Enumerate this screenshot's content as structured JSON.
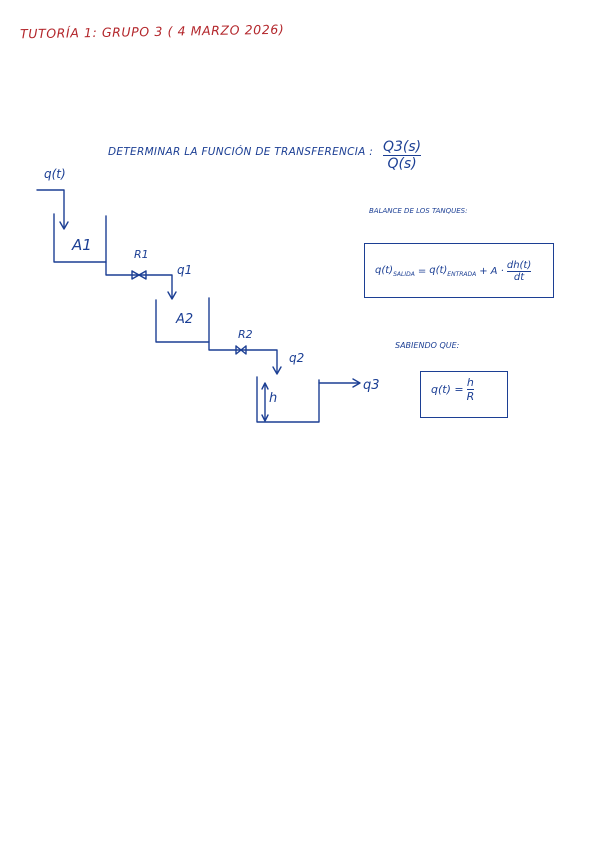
{
  "header": {
    "text": "TUTORÍA 1: GRUPO 3 ( 4 MARZO 2026)"
  },
  "task": {
    "text": "DETERMINAR LA FUNCIÓN DE TRANSFERENCIA :",
    "numerator": "Q3(s)",
    "denominator": "Q(s)"
  },
  "diagram": {
    "input_flow": "q(t)",
    "tank1_area": "A1",
    "valve1": "R1",
    "flow1": "q1",
    "tank2_area": "A2",
    "valve2": "R2",
    "flow2": "q2",
    "level": "h",
    "output_flow": "q3"
  },
  "balance": {
    "title": "BALANCE DE LOS TANQUES:",
    "equation": {
      "lhs_main": "q(t)",
      "lhs_sub": "SALIDA",
      "equals": "=",
      "rhs_main": "q(t)",
      "rhs_sub": "ENTRADA",
      "plus": "+",
      "area": "A ·",
      "frac_num": "dh(t)",
      "frac_den": "dt"
    }
  },
  "knowing": {
    "title": "SABIENDO QUE:",
    "lhs": "q(t) =",
    "frac_num": "h",
    "frac_den": "R"
  },
  "colors": {
    "ink": "#1c3f94",
    "header": "#b3262b"
  }
}
